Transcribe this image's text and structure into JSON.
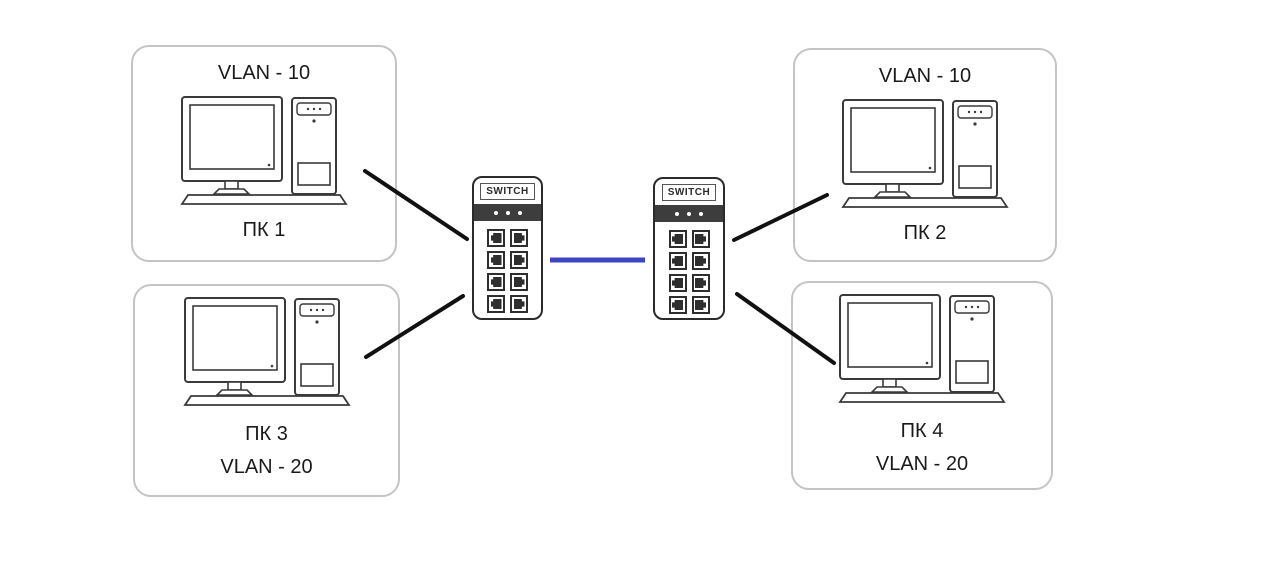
{
  "diagram": {
    "groups": [
      {
        "vlan_label": "VLAN - 10",
        "pc_label": "ПК 1",
        "vlan_position": "top"
      },
      {
        "vlan_label": "VLAN - 10",
        "pc_label": "ПК 2",
        "vlan_position": "top"
      },
      {
        "vlan_label": "ПК 3",
        "pc_label": "ПК 3",
        "vlan_position": "bottom"
      },
      {
        "vlan_label": "VLAN - 20",
        "pc_label": "ПК 4",
        "vlan_position": "bottom"
      }
    ],
    "group3_vlan_label": "VLAN - 20",
    "switches": [
      {
        "label": "SWITCH"
      },
      {
        "label": "SWITCH"
      }
    ],
    "links": [
      {
        "from": "pc1",
        "to": "switch1",
        "color": "#111111"
      },
      {
        "from": "pc3",
        "to": "switch1",
        "color": "#111111"
      },
      {
        "from": "switch2",
        "to": "pc2",
        "color": "#111111"
      },
      {
        "from": "switch2",
        "to": "pc4",
        "color": "#111111"
      },
      {
        "from": "switch1",
        "to": "switch2",
        "color": "#3d44c5"
      }
    ],
    "colors": {
      "access_link": "#111111",
      "trunk_link": "#3d44c5",
      "box_border": "#c4c4c4",
      "switch_band": "#3d3d3d"
    }
  }
}
